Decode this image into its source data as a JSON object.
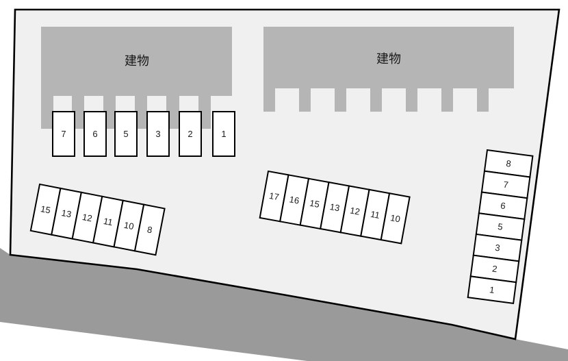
{
  "colors": {
    "page_background": "#ffffff",
    "site_fill": "#f0f0f0",
    "building_fill": "#b5b5b5",
    "road_fill": "#9a9a9a",
    "space_fill": "#ffffff",
    "line": "#000000",
    "label": "#1a1a1a"
  },
  "buildings": [
    {
      "label": "建物"
    },
    {
      "label": "建物"
    }
  ],
  "parking_rows": [
    {
      "name": "under-left-building",
      "spaces": [
        "7",
        "6",
        "5",
        "3",
        "2",
        "1"
      ]
    },
    {
      "name": "left-angled",
      "spaces": [
        "15",
        "13",
        "12",
        "11",
        "10",
        "8"
      ]
    },
    {
      "name": "center-angled",
      "spaces": [
        "17",
        "16",
        "15",
        "13",
        "12",
        "11",
        "10"
      ]
    },
    {
      "name": "right-column",
      "spaces": [
        "8",
        "7",
        "6",
        "5",
        "3",
        "2",
        "1"
      ]
    }
  ]
}
